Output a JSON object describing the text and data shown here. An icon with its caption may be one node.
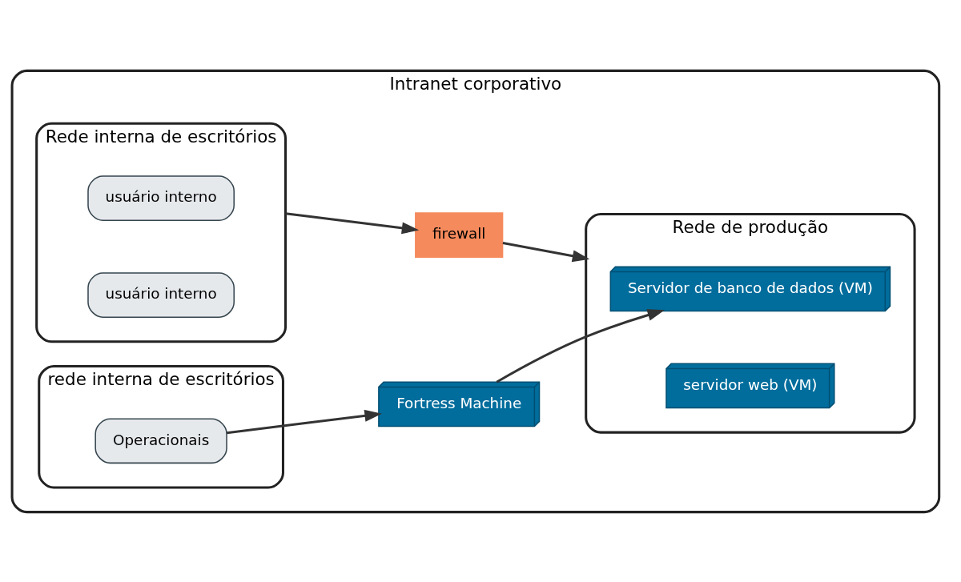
{
  "diagram": {
    "nodes": [
      {
        "text": [
          "Intranet corporativo"
        ]
      },
      {
        "text": [
          "Rede interna de escritórios"
        ],
        "in": 0
      },
      {
        "text": [
          "usuário interno"
        ],
        "in": 1
      },
      {
        "text": [
          "usuário interno"
        ],
        "in": 1
      },
      {
        "text": [
          "firewall"
        ],
        "in": 0
      },
      {
        "text": [
          "Rede de produção"
        ],
        "in": 0
      },
      {
        "text": [
          "Servidor de banco de dados (VM)"
        ],
        "in": 5
      },
      {
        "text": [
          "servidor web (VM)"
        ],
        "in": 5
      },
      {
        "text": [
          "Fortress Machine"
        ],
        "in": 0
      },
      {
        "text": [
          "rede interna de escritórios"
        ],
        "in": 0
      },
      {
        "text": [
          "Operacionais"
        ],
        "in": 9
      }
    ],
    "edges": [
      {
        "from": 1,
        "to": 4,
        "arrow": "to"
      },
      {
        "from": 4,
        "to": 5,
        "arrow": "to"
      },
      {
        "from": 8,
        "to": 6,
        "arrow": "to"
      },
      {
        "from": 10,
        "to": 8,
        "arrow": "to"
      }
    ]
  }
}
